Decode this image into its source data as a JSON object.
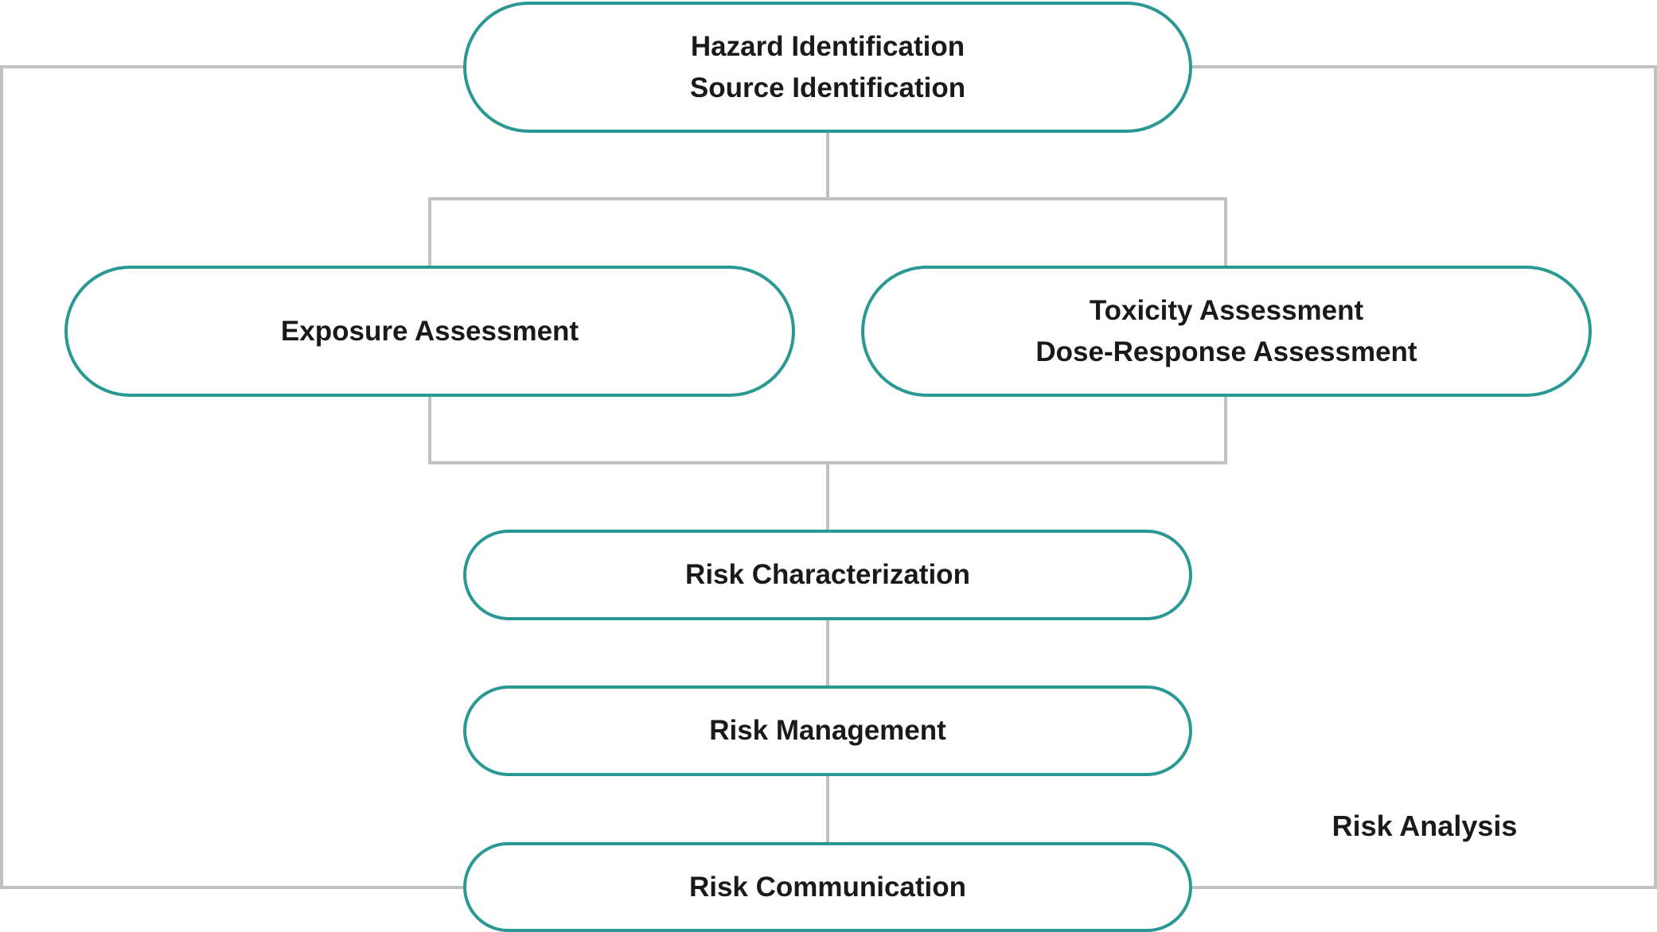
{
  "diagram": {
    "colors": {
      "node_border": "#2a9994",
      "connector": "#c2c2c2",
      "text": "#1a1a1a"
    },
    "nodes": {
      "hazard": {
        "lines": [
          "Hazard Identification",
          "Source Identification"
        ]
      },
      "exposure": {
        "lines": [
          "Exposure Assessment"
        ]
      },
      "toxicity": {
        "lines": [
          "Toxicity Assessment",
          "Dose-Response Assessment"
        ]
      },
      "characterization": {
        "lines": [
          "Risk Characterization"
        ]
      },
      "management": {
        "lines": [
          "Risk Management"
        ]
      },
      "communication": {
        "lines": [
          "Risk Communication"
        ]
      }
    },
    "region_label": "Risk Analysis"
  }
}
